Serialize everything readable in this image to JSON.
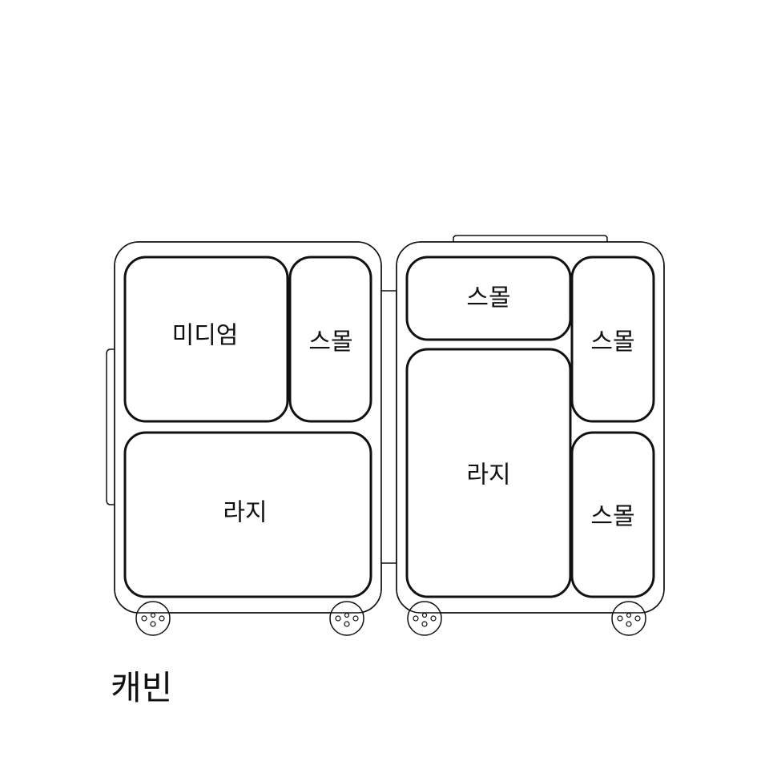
{
  "caption": "캐빈",
  "left_half": {
    "cubes": [
      {
        "label": "미디엄"
      },
      {
        "label": "스몰"
      },
      {
        "label": "라지"
      }
    ]
  },
  "right_half": {
    "cubes": [
      {
        "label": "스몰"
      },
      {
        "label": "스몰"
      },
      {
        "label": "라지"
      },
      {
        "label": "스몰"
      }
    ]
  }
}
